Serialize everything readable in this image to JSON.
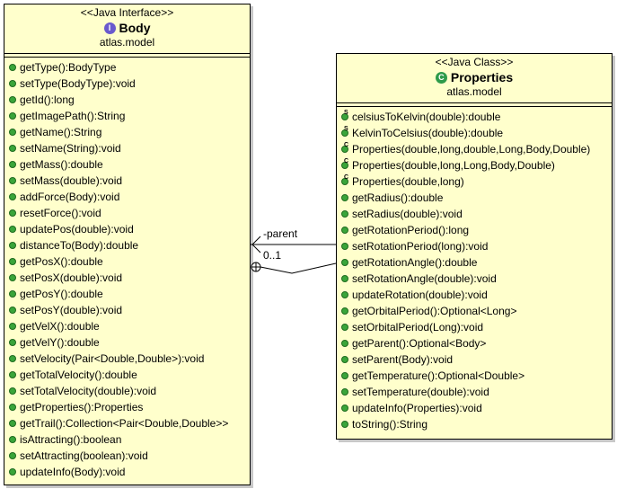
{
  "body_box": {
    "stereotype": "<<Java Interface>>",
    "badge": "I",
    "name": "Body",
    "package": "atlas.model",
    "methods": [
      "getType():BodyType",
      "setType(BodyType):void",
      "getId():long",
      "getImagePath():String",
      "getName():String",
      "setName(String):void",
      "getMass():double",
      "setMass(double):void",
      "addForce(Body):void",
      "resetForce():void",
      "updatePos(double):void",
      "distanceTo(Body):double",
      "getPosX():double",
      "setPosX(double):void",
      "getPosY():double",
      "setPosY(double):void",
      "getVelX():double",
      "getVelY():double",
      "setVelocity(Pair<Double,Double>):void",
      "getTotalVelocity():double",
      "setTotalVelocity(double):void",
      "getProperties():Properties",
      "getTrail():Collection<Pair<Double,Double>>",
      "isAttracting():boolean",
      "setAttracting(boolean):void",
      "updateInfo(Body):void"
    ]
  },
  "properties_box": {
    "stereotype": "<<Java Class>>",
    "badge": "C",
    "name": "Properties",
    "package": "atlas.model",
    "methods": [
      {
        "sup": "S",
        "text": "celsiusToKelvin(double):double"
      },
      {
        "sup": "S",
        "text": "KelvinToCelsius(double):double"
      },
      {
        "sup": "C",
        "text": "Properties(double,long,double,Long,Body,Double)"
      },
      {
        "sup": "C",
        "text": "Properties(double,long,Long,Body,Double)"
      },
      {
        "sup": "C",
        "text": "Properties(double,long)"
      },
      {
        "sup": "",
        "text": "getRadius():double"
      },
      {
        "sup": "",
        "text": "setRadius(double):void"
      },
      {
        "sup": "",
        "text": "getRotationPeriod():long"
      },
      {
        "sup": "",
        "text": "setRotationPeriod(long):void"
      },
      {
        "sup": "",
        "text": "getRotationAngle():double"
      },
      {
        "sup": "",
        "text": "setRotationAngle(double):void"
      },
      {
        "sup": "",
        "text": "updateRotation(double):void"
      },
      {
        "sup": "",
        "text": "getOrbitalPeriod():Optional<Long>"
      },
      {
        "sup": "",
        "text": "setOrbitalPeriod(Long):void"
      },
      {
        "sup": "",
        "text": "getParent():Optional<Body>"
      },
      {
        "sup": "",
        "text": "setParent(Body):void"
      },
      {
        "sup": "",
        "text": "getTemperature():Optional<Double>"
      },
      {
        "sup": "",
        "text": "setTemperature(double):void"
      },
      {
        "sup": "",
        "text": "updateInfo(Properties):void"
      },
      {
        "sup": "",
        "text": "toString():String"
      }
    ]
  },
  "association": {
    "role": "-parent",
    "multiplicity": "0..1"
  }
}
